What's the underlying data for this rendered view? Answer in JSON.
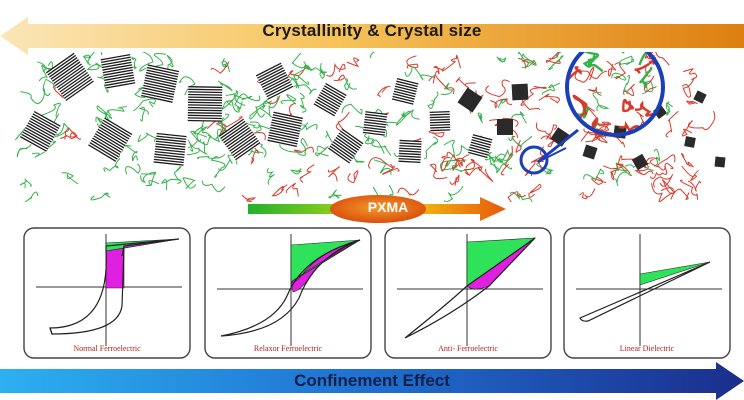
{
  "top_arrow": {
    "label": "Crystallinity & Crystal size",
    "direction": "left",
    "colors": [
      "#f6c35a",
      "#e48a10"
    ]
  },
  "middle_arrow": {
    "label": "PXMA",
    "colors": [
      "#1fb02a",
      "#f5e000",
      "#e8580f"
    ]
  },
  "bottom_arrow": {
    "label": "Confinement Effect",
    "direction": "right",
    "colors": [
      "#1fa6e8",
      "#1b2d8c"
    ]
  },
  "colors": {
    "chain_green": "#34b24a",
    "chain_red": "#d83a2a",
    "magnifier": "#1b3fb8",
    "energy_green": "#2ee35a",
    "energy_magenta": "#e020e0"
  },
  "panels": [
    {
      "label": "Normal Ferroelectric"
    },
    {
      "label": "Relaxor Ferroelectric"
    },
    {
      "label": "Anti- Ferroelectric"
    },
    {
      "label": "Linear Dielectric"
    }
  ]
}
